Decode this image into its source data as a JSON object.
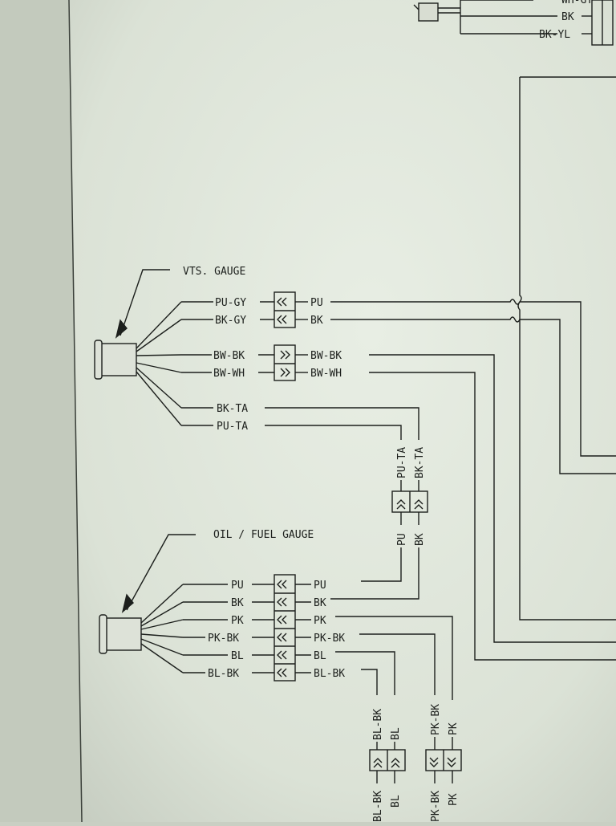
{
  "top_labels": [
    "WH-GY",
    "BK",
    "BK-YL"
  ],
  "vts": {
    "title": "VTS. GAUGE",
    "left_wires": [
      "PU-GY",
      "BK-GY",
      "BW-BK",
      "BW-WH",
      "BK-TA",
      "PU-TA"
    ],
    "right_wires": [
      "PU",
      "BK",
      "BW-BK",
      "BW-WH"
    ]
  },
  "mid_connector": {
    "top_labels": [
      "PU-TA",
      "BK-TA"
    ],
    "bottom_labels": [
      "PU",
      "BK"
    ]
  },
  "oil": {
    "title": "OIL / FUEL GAUGE",
    "left_wires": [
      "PU",
      "BK",
      "PK",
      "PK-BK",
      "BL",
      "BL-BK"
    ],
    "right_wires": [
      "PU",
      "BK",
      "PK",
      "PK-BK",
      "BL",
      "BL-BK"
    ]
  },
  "bottom_connector_a": {
    "top_labels": [
      "BL-BK",
      "BL"
    ],
    "bottom_labels": [
      "BL-BK",
      "BL"
    ]
  },
  "bottom_connector_b": {
    "top_labels": [
      "PK-BK",
      "PK"
    ],
    "bottom_labels": [
      "PK-BK",
      "PK"
    ]
  },
  "colors": {
    "paper": "#dfe5da",
    "ink": "#1c1f1c"
  }
}
